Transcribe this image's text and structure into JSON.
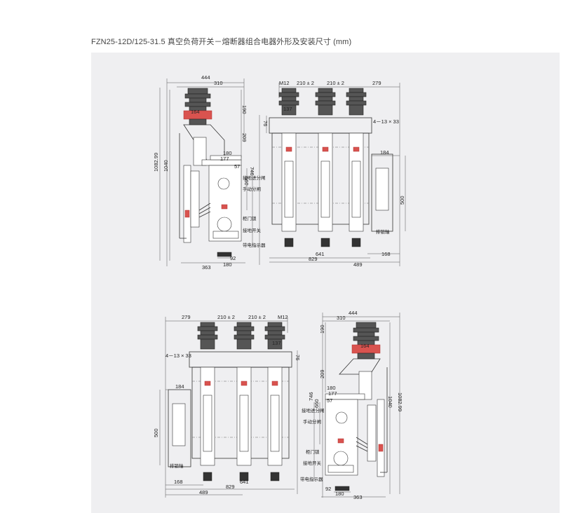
{
  "title": "FZN25-12D/125-31.5 真空负荷开关－熔断器组合电器外形及安装尺寸 (mm)",
  "views": {
    "side_top": {
      "dims": {
        "w444": "444",
        "w310": "310",
        "w164": "164",
        "h190": "190",
        "h209": "209",
        "w180": "180",
        "w177": "177",
        "w57": "57",
        "h1082": "1082.99",
        "h1040": "1040",
        "h746": "746",
        "h660": "660",
        "w92": "92",
        "w180b": "180",
        "w363": "363"
      },
      "labels": {
        "earth_in": "接地进分闸",
        "manual": "手动分闸",
        "door_lock": "柜门锁",
        "earth_switch": "接地开关",
        "live": "带电指示器"
      }
    },
    "front_top": {
      "dims": {
        "m12": "M12",
        "p1": "210 ± 2",
        "p2": "210 ± 2",
        "w279": "279",
        "w137": "137",
        "h76": "76",
        "holes": "4－13 × 33",
        "w184": "184",
        "h500": "500",
        "w641": "641",
        "w829": "829",
        "w168": "168",
        "w489": "489"
      },
      "labels": {
        "rod": "排锁轴"
      }
    },
    "front_bottom": {
      "dims": {
        "w279": "279",
        "p1": "210 ± 2",
        "p2": "210 ± 2",
        "m12": "M12",
        "w137": "137",
        "h76": "76",
        "holes": "4－13 × 33",
        "w184": "184",
        "h500": "500",
        "w168": "168",
        "w641": "641",
        "w829": "829",
        "w489": "489"
      },
      "labels": {
        "rod": "排锁轴"
      }
    },
    "side_bottom": {
      "dims": {
        "w444": "444",
        "w310": "310",
        "w164": "164",
        "h190": "190",
        "h209": "209",
        "w180": "180",
        "w177": "177",
        "w57": "57",
        "h1082": "1082.99",
        "h1040": "1040",
        "h746": "746",
        "h660": "660",
        "w92": "92",
        "w180b": "180",
        "w363": "363"
      },
      "labels": {
        "earth_in": "接地进分闸",
        "manual": "手动分闸",
        "door_lock": "柜门锁",
        "earth_switch": "接地开关",
        "live": "带电指示器"
      }
    }
  }
}
